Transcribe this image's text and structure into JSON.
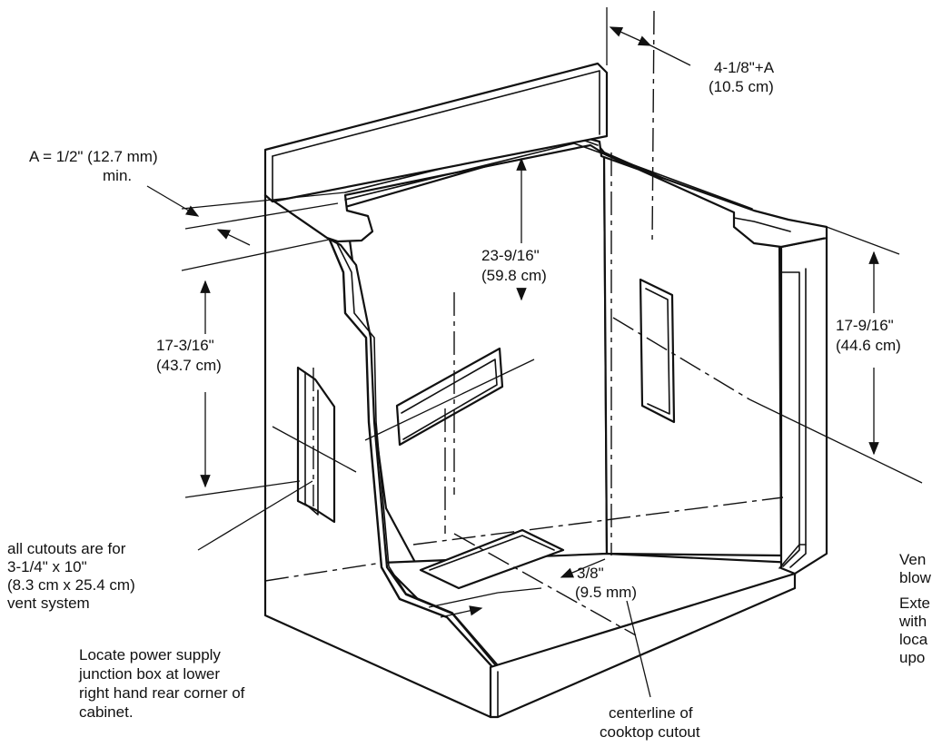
{
  "labels": {
    "dim_top_right_1": "4-1/8\"+A",
    "dim_top_right_2": "(10.5 cm)",
    "dim_a_1": "A = 1/2\" (12.7 mm)",
    "dim_a_2": "min.",
    "dim_depth_1": "23-9/16\"",
    "dim_depth_2": "(59.8 cm)",
    "dim_left_1": "17-3/16\"",
    "dim_left_2": "(43.7 cm)",
    "dim_right_1": "17-9/16\"",
    "dim_right_2": "(44.6 cm)",
    "cutouts_1": "all cutouts are for",
    "cutouts_2": "3-1/4\" x 10\"",
    "cutouts_3": "(8.3 cm x 25.4 cm)",
    "cutouts_4": "vent system",
    "bottom_dim_1": "3/8\"",
    "bottom_dim_2": "(9.5 mm)",
    "power_1": "Locate power supply",
    "power_2": "junction box at lower",
    "power_3": "right hand rear corner of",
    "power_4": "cabinet.",
    "centerline_1": "centerline of",
    "centerline_2": "cooktop cutout",
    "clipped_1a": "Ven",
    "clipped_1b": "blow",
    "clipped_2a": "Exte",
    "clipped_2b": "with",
    "clipped_2c": "loca",
    "clipped_2d": "upo"
  }
}
